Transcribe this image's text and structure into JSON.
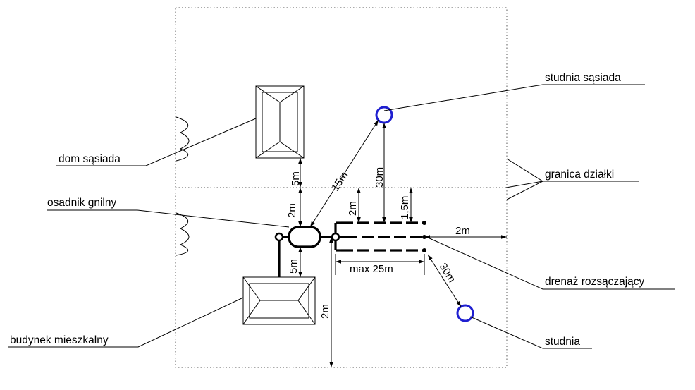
{
  "labels": {
    "neighbor_well": "studnia sąsiada",
    "neighbor_house": "dom sąsiada",
    "plot_boundary": "granica działki",
    "septic_tank": "osadnik gnilny",
    "drainage": "drenaż rozsączający",
    "residential_building": "budynek mieszkalny",
    "well": "studnia"
  },
  "dimensions": {
    "house_to_boundary": "5m",
    "tank_to_neighbor_well": "15m",
    "drain_to_neighbor_well": "30m",
    "tank_to_boundary": "2m",
    "drain_start_to_boundary": "2m",
    "drain_end_to_boundary": "1,5m",
    "drain_to_plot_edge": "2m",
    "tank_to_building": "5m",
    "drain_max_length": "max 25m",
    "drain_to_well": "30m",
    "pipe_to_bottom_boundary": "2m"
  },
  "colors": {
    "well": "#1f1fd0",
    "line": "#000000",
    "boundary": "#777777"
  }
}
